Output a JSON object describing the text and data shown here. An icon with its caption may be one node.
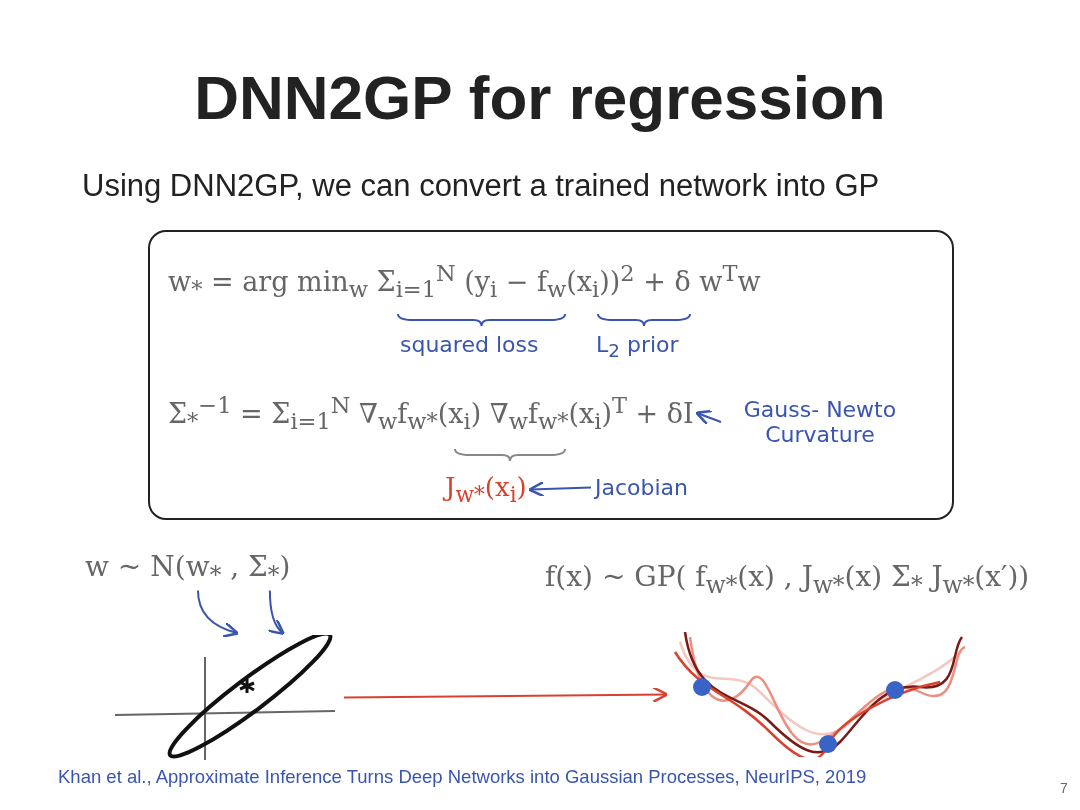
{
  "diagram": {
    "title": "DNN2GP for regression",
    "nodes": [
      {
        "text": [],
        "shape": "box"
      },
      {
        "text": [
          "w$_{*}$ = arg min$_{w}$ Σ$_{i=1}$$^{N}$ (y$_{i}$ − f$_{w}$(x$_{i}$))$^{2}$ + δ w$^{T}$w"
        ],
        "in": 0
      },
      {
        "text": [
          "squared loss"
        ],
        "in": 0
      },
      {
        "text": [
          "L$_{2}$ prior"
        ],
        "in": 0
      },
      {
        "text": [
          "Σ$_{*}$$^{−1}$ = Σ$_{i=1}$$^{N}$ ∇$_{w}$f$_{w*}$(x$_{i}$) ∇$_{w}$f$_{w*}$(x$_{i}$)$^{T}$ + δI"
        ],
        "in": 0
      },
      {
        "text": [
          "Gauss- Newto Curvature"
        ],
        "in": 0
      },
      {
        "text": [
          "J$_{w*}$(x$_{i}$)"
        ],
        "in": 0
      },
      {
        "text": [
          "Jacobian"
        ],
        "in": 0
      },
      {
        "text": [
          "w ~ N(w$_{*}$ , Σ$_{*}$)"
        ]
      },
      {
        "text": [],
        "shape": "picture"
      },
      {
        "text": [
          "f(x) ~ GP( f$_{w*}$(x) , J$_{w*}$(x) Σ$_{*}$ J$_{w*}$(x′))"
        ]
      },
      {
        "text": [],
        "shape": "picture"
      }
    ],
    "edges": [
      {
        "from": 5,
        "to": 4,
        "arrow": "to"
      },
      {
        "from": 7,
        "to": 6,
        "arrow": "to"
      },
      {
        "from": 8,
        "to": 9,
        "arrow": "to"
      },
      {
        "from": 8,
        "to": 9,
        "arrow": "to"
      },
      {
        "from": 9,
        "to": 11,
        "arrow": "to",
        "color": "#d9412e"
      }
    ],
    "labels": [
      "Using DNN2GP, we can convert a trained network into GP",
      "Khan et al., Approximate Inference Turns Deep Networks into Gaussian Processes, NeurIPS, 2019",
      "7"
    ]
  }
}
